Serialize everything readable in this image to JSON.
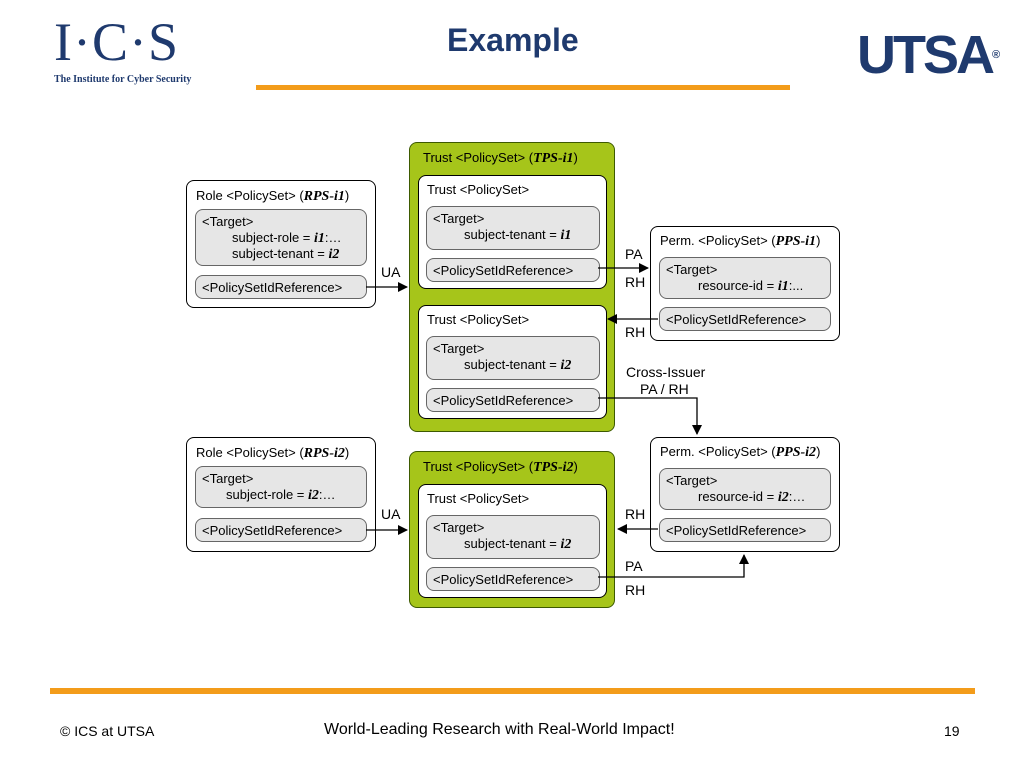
{
  "header": {
    "ics_letters": "I·C·S",
    "ics_subtitle": "The Institute for Cyber Security",
    "title": "Example",
    "utsa": "UTSA",
    "utsa_reg": "®"
  },
  "footer": {
    "left": "© ICS at UTSA",
    "center": "World-Leading Research with Real-World Impact!",
    "page": "19"
  },
  "diagram": {
    "rps1": {
      "title": "Role <PolicySet> (",
      "id": "RPS-i1",
      "close": ")",
      "target": "<Target>",
      "l1": "subject-role = ",
      "l1v": "i1",
      "l1s": ":…",
      "l2": "subject-tenant = ",
      "l2v": "i2",
      "ref": "<PolicySetIdReference>"
    },
    "rps2": {
      "title": "Role <PolicySet> (",
      "id": "RPS-i2",
      "close": ")",
      "target": "<Target>",
      "l1": "subject-role = ",
      "l1v": "i2",
      "l1s": ":…",
      "ref": "<PolicySetIdReference>"
    },
    "tps1": {
      "title": "Trust <PolicySet> (",
      "id": "TPS-i1",
      "close": ")",
      "a_title": "Trust <PolicySet>",
      "a_target": "<Target>",
      "a_line": "subject-tenant = ",
      "a_val": "i1",
      "a_ref": "<PolicySetIdReference>",
      "b_title": "Trust <PolicySet>",
      "b_target": "<Target>",
      "b_line": "subject-tenant = ",
      "b_val": "i2",
      "b_ref": "<PolicySetIdReference>"
    },
    "tps2": {
      "title": "Trust <PolicySet> (",
      "id": "TPS-i2",
      "close": ")",
      "a_title": "Trust <PolicySet>",
      "a_target": "<Target>",
      "a_line": "subject-tenant = ",
      "a_val": "i2",
      "a_ref": "<PolicySetIdReference>"
    },
    "pps1": {
      "title": "Perm. <PolicySet> (",
      "id": "PPS-i1",
      "close": ")",
      "target": "<Target>",
      "line": "resource-id = ",
      "val": "i1",
      "suffix": ":...",
      "ref": "<PolicySetIdReference>"
    },
    "pps2": {
      "title": "Perm. <PolicySet> (",
      "id": "PPS-i2",
      "close": ")",
      "target": "<Target>",
      "line": "resource-id = ",
      "val": "i2",
      "suffix": ":…",
      "ref": "<PolicySetIdReference>"
    },
    "labels": {
      "ua1": "UA",
      "ua2": "UA",
      "pa1": "PA",
      "rh1": "RH",
      "rh2": "RH",
      "cross1": "Cross-Issuer",
      "cross2": "PA / RH",
      "rh3": "RH",
      "pa2": "PA",
      "rh4": "RH"
    }
  }
}
